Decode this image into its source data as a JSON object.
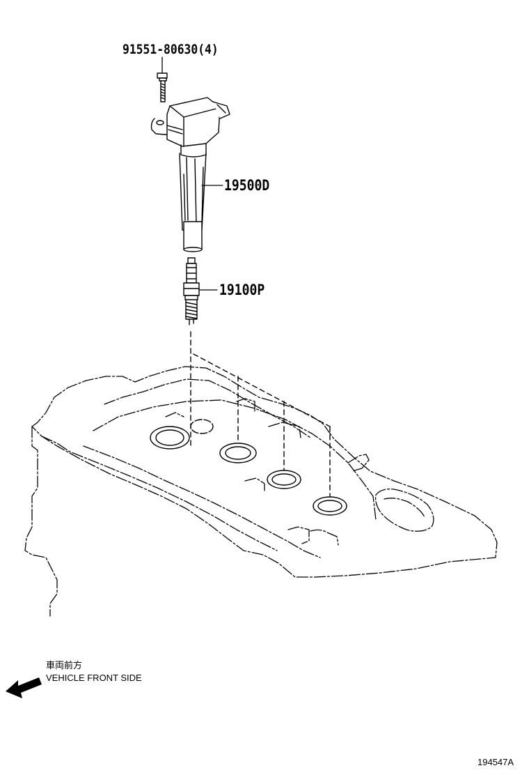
{
  "diagram": {
    "parts": [
      {
        "part_number": "91551-80630(4)"
      },
      {
        "part_number": "19500D"
      },
      {
        "part_number": "19100P"
      }
    ],
    "direction_note": {
      "japanese": "車両前方",
      "english": "VEHICLE FRONT SIDE"
    },
    "illustration_id": "194547A"
  }
}
